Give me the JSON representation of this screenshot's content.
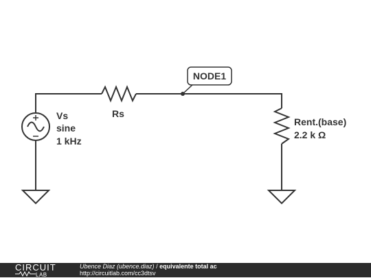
{
  "colors": {
    "wire": "#333333",
    "background": "#ffffff",
    "footer_bg": "#2b2b2b",
    "footer_text": "#ffffff"
  },
  "components": {
    "source": {
      "name": "Vs",
      "waveform": "sine",
      "frequency": "1 kHz",
      "icon": "ac-voltage-source-icon"
    },
    "rs": {
      "name": "Rs",
      "icon": "resistor-icon"
    },
    "rent": {
      "name": "Rent.(base)",
      "value": "2.2 k Ω",
      "icon": "resistor-icon"
    },
    "node": {
      "label": "NODE1"
    },
    "grounds": [
      "ground-icon",
      "ground-icon"
    ]
  },
  "footer": {
    "logo_top": "CIRCUIT",
    "logo_bottom": "LAB",
    "author": "Ubence Diaz (ubence.diaz)",
    "separator": "/",
    "title": "equivalente total ac",
    "url": "http://circuitlab.com/cc3dtsv"
  }
}
